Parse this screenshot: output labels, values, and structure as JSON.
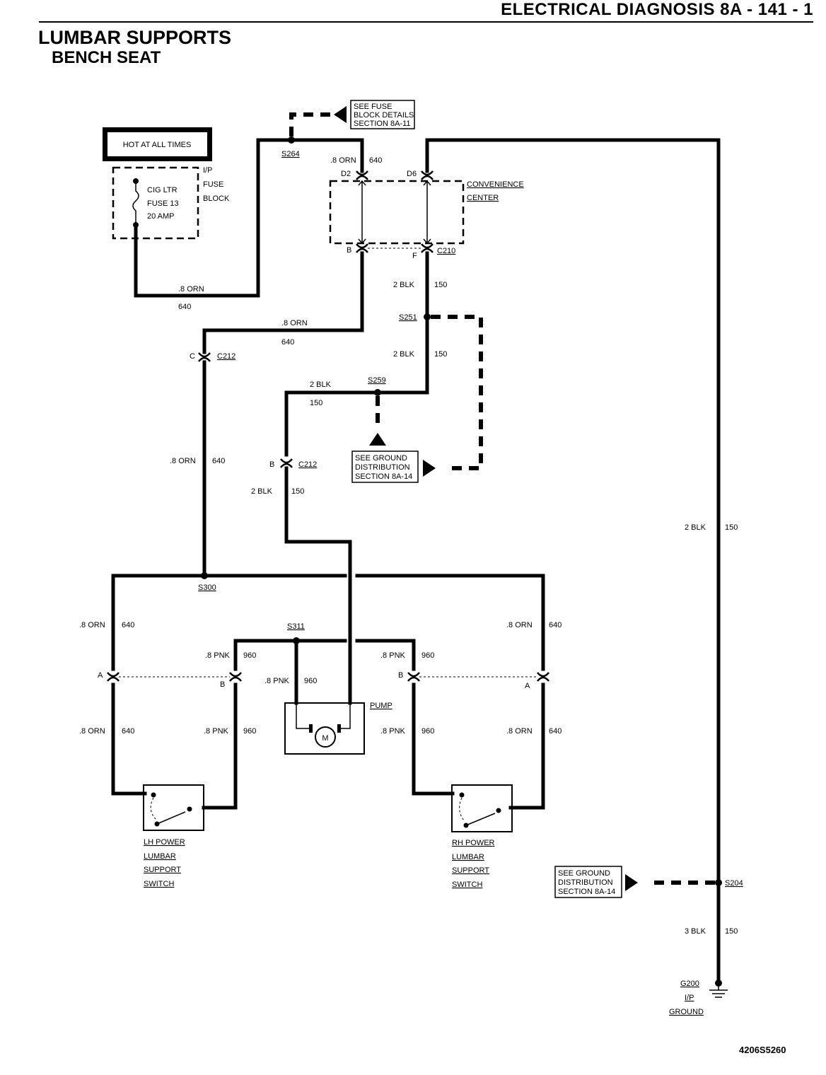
{
  "header": {
    "title": "ELECTRICAL DIAGNOSIS 8A - 141 - 1",
    "page_title": "LUMBAR SUPPORTS",
    "page_subtitle": "BENCH SEAT",
    "doc_id": "4206S5260"
  },
  "power": {
    "hot_label": "HOT AT ALL TIMES",
    "fuse_block": [
      "I/P",
      "FUSE",
      "BLOCK"
    ],
    "fuse": [
      "CIG LTR",
      "FUSE 13",
      "20 AMP"
    ]
  },
  "references": {
    "fuse_details": [
      "SEE FUSE",
      "BLOCK DETAILS",
      "SECTION 8A-11"
    ],
    "ground_dist": [
      "SEE GROUND",
      "DISTRIBUTION",
      "SECTION 8A-14"
    ]
  },
  "convenience_center": [
    "CONVENIENCE",
    "CENTER"
  ],
  "splices": {
    "s264": "S264",
    "s251": "S251",
    "s259": "S259",
    "s300": "S300",
    "s311": "S311",
    "s204": "S204"
  },
  "connectors": {
    "c210": "C210",
    "c212": "C212",
    "pin_d2": "D2",
    "pin_d6": "D6",
    "pin_b": "B",
    "pin_f": "F",
    "pin_c": "C",
    "pin_a": "A"
  },
  "wires": {
    "orn08": ".8 ORN",
    "pnk08": ".8 PNK",
    "blk2": "2 BLK",
    "blk3": "3 BLK",
    "c640": "640",
    "c960": "960",
    "c150": "150"
  },
  "components": {
    "pump": "PUMP",
    "motor": "M",
    "lh_switch": [
      "LH POWER",
      "LUMBAR",
      "SUPPORT",
      "SWITCH"
    ],
    "rh_switch": [
      "RH POWER",
      "LUMBAR",
      "SUPPORT",
      "SWITCH"
    ]
  },
  "ground": [
    "G200",
    "I/P",
    "GROUND"
  ]
}
